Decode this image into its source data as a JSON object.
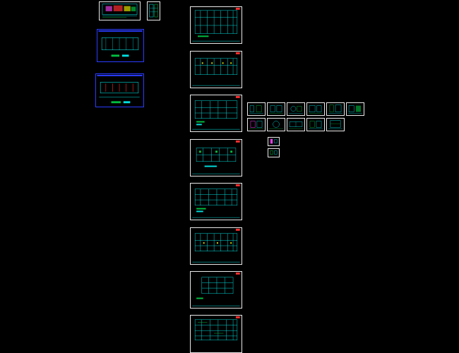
{
  "canvas": {
    "background": "#000000"
  },
  "colors": {
    "frame": "#e8e8e8",
    "cad_cyan": "#00e0e0",
    "cad_green": "#00c040",
    "cad_red": "#ff3030",
    "cad_yellow": "#e0e000",
    "cad_magenta": "#e040e0",
    "cad_blue": "#2a3cff"
  },
  "drawing_sheets": {
    "count": 8,
    "red_tag_color": "#ff3030"
  },
  "detail_sheets": {
    "row1_count": 6,
    "row2_count": 5,
    "extra_count": 2
  },
  "top_left_group": {
    "elevation_sheets": 2,
    "blue_frame_sheets": 2
  }
}
